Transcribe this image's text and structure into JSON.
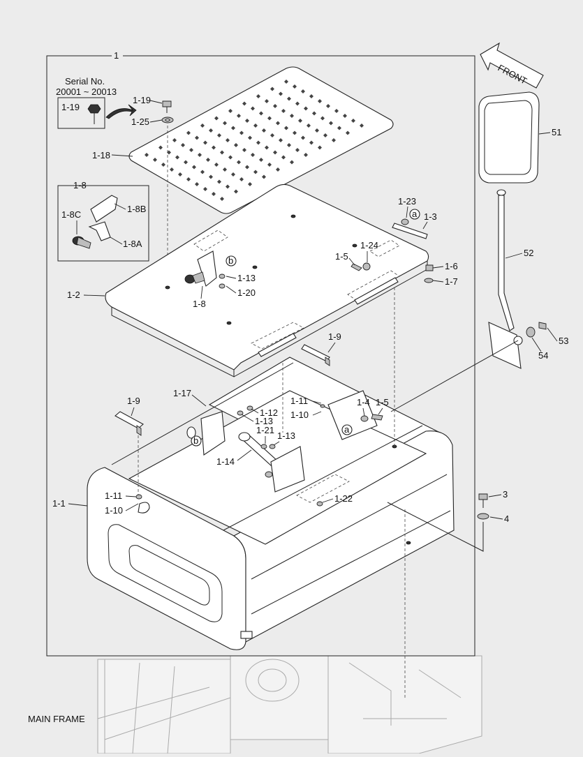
{
  "labels": {
    "frame_1": "1",
    "serial_title": "Serial No.",
    "serial_range": "20001 ~ 20013",
    "p1_19_inset": "1-19",
    "p1_19": "1-19",
    "p1_25": "1-25",
    "p1_18": "1-18",
    "p1_8_group": "1-8",
    "p1_8C": "1-8C",
    "p1_8B": "1-8B",
    "p1_8A": "1-8A",
    "p1_23": "1-23",
    "p1_3": "1-3",
    "p1_24": "1-24",
    "p1_5_top": "1-5",
    "p1_6": "1-6",
    "p1_7": "1-7",
    "p1_13_top": "1-13",
    "p1_20": "1-20",
    "p1_8": "1-8",
    "p1_2": "1-2",
    "p1_9_right": "1-9",
    "p1_9_left": "1-9",
    "p1_17": "1-17",
    "p1_11_mid": "1-11",
    "p1_10_mid": "1-10",
    "p1_4": "1-4",
    "p1_5_mid": "1-5",
    "p1_12": "1-12",
    "p1_13_mid": "1-13",
    "p1_21": "1-21",
    "p1_13_low": "1-13",
    "p1_14": "1-14",
    "p1_11_low": "1-11",
    "p1_10_low": "1-10",
    "p1_22": "1-22",
    "p1_1": "1-1",
    "p3": "3",
    "p4": "4",
    "p51": "51",
    "p52": "52",
    "p53": "53",
    "p54": "54",
    "front": "FRONT",
    "circle_a": "a",
    "circle_b": "b",
    "main_frame": "MAIN FRAME"
  },
  "colors": {
    "background": "#ececec",
    "parts": "#ffffff",
    "lines": "#222222",
    "ghost": "#aaaaaa"
  }
}
